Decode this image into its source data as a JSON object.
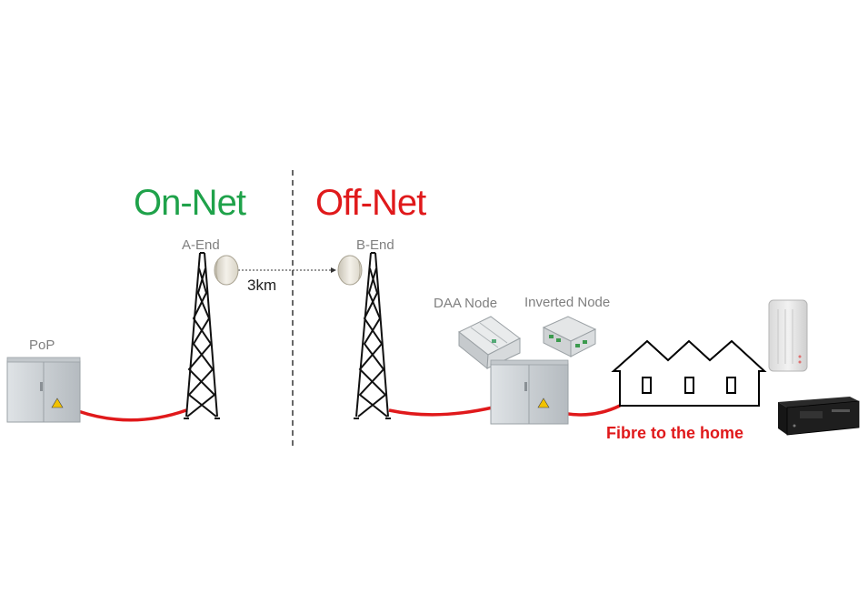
{
  "headings": {
    "on_net": "On-Net",
    "off_net": "Off-Net"
  },
  "labels": {
    "pop": "PoP",
    "a_end": "A-End",
    "b_end": "B-End",
    "distance": "3km",
    "daa_node": "DAA Node",
    "inverted_node": "Inverted Node",
    "fibre_to_home": "Fibre to the home"
  },
  "colors": {
    "on_net": "#1fa24a",
    "off_net": "#e0191b",
    "fibre": "#e0191b",
    "label_grey": "#7f7f7f",
    "ftth_text": "#e0191b"
  },
  "icons": {
    "pop_cabinet": "street-cabinet-icon",
    "tower": "lattice-tower-icon",
    "dish": "radio-dish-icon",
    "daa_node": "daa-node-device-icon",
    "inverted_node": "inverted-node-device-icon",
    "houses": "terraced-houses-icon",
    "router": "wifi-router-icon",
    "set_top_box": "set-top-box-icon"
  }
}
